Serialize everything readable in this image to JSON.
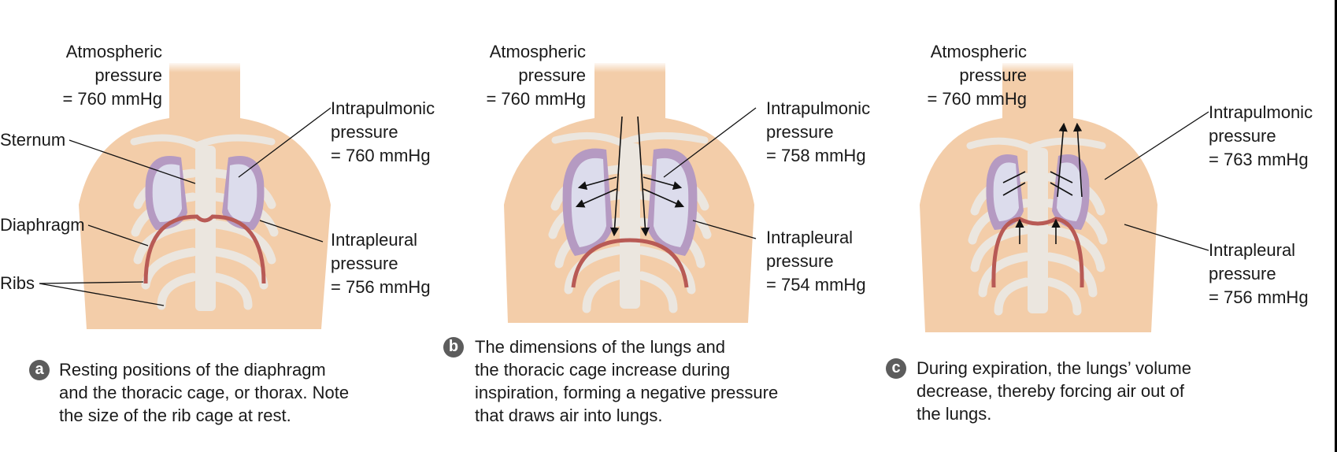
{
  "panels": [
    {
      "badge": "a",
      "caption": "Resting positions of the diaphragm\nand the thoracic cage, or thorax. Note\nthe size of the rib cage at rest.",
      "atmospheric": "Atmospheric\npressure\n= 760 mmHg",
      "intrapulmonic": "Intrapulmonic\npressure\n= 760 mmHg",
      "intrapleural": "Intrapleural\npressure\n= 756 mmHg",
      "sternum": "Sternum",
      "diaphragm": "Diaphragm",
      "ribs": "Ribs"
    },
    {
      "badge": "b",
      "caption": "The dimensions of the lungs and\nthe thoracic cage increase during\ninspiration, forming a negative pressure\nthat draws air into lungs.",
      "atmospheric": "Atmospheric\npressure\n= 760 mmHg",
      "intrapulmonic": "Intrapulmonic\npressure\n= 758 mmHg",
      "intrapleural": "Intrapleural\npressure\n= 754 mmHg"
    },
    {
      "badge": "c",
      "caption": "During expiration, the lungs’ volume\ndecrease, thereby forcing air out of\nthe lungs.",
      "atmospheric": "Atmospheric\npressure\n= 760 mmHg",
      "intrapulmonic": "Intrapulmonic\npressure\n= 763 mmHg",
      "intrapleural": "Intrapleural\npressure\n= 756 mmHg"
    }
  ],
  "colors": {
    "skin": "#f3cda9",
    "bone": "#ebe6df",
    "lung_outer": "#b59ac2",
    "lung_inner": "#dcdcec",
    "diaphragm": "#b85a55",
    "badge": "#5c5c5c"
  }
}
